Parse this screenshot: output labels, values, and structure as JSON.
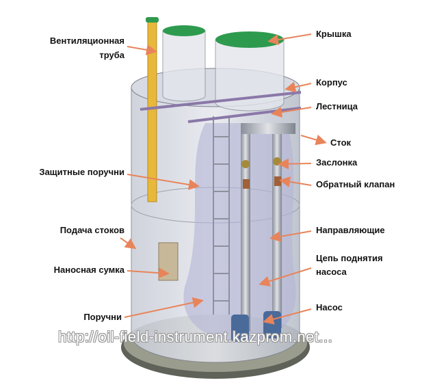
{
  "labels": {
    "vent_pipe_1": "Вентиляционная",
    "vent_pipe_2": "труба",
    "cover": "Крышка",
    "body": "Корпус",
    "ladder": "Лестница",
    "outlet": "Сток",
    "valve": "Заслонка",
    "check_valve": "Обратный клапан",
    "guard_rails": "Защитные поручни",
    "inlet": "Подача стоков",
    "guides": "Направляющие",
    "basket": "Наносная сумка",
    "chain_1": "Цепь поднятия",
    "chain_2": "насоса",
    "handrails": "Поручни",
    "pump": "Насос"
  },
  "watermark": "http://oil-field-instrument.kazprom.net...",
  "colors": {
    "arrow": "#e8845a",
    "cover": "#2e9a4e",
    "vent": "#e8b83a",
    "tank": "#b9c0cc"
  }
}
